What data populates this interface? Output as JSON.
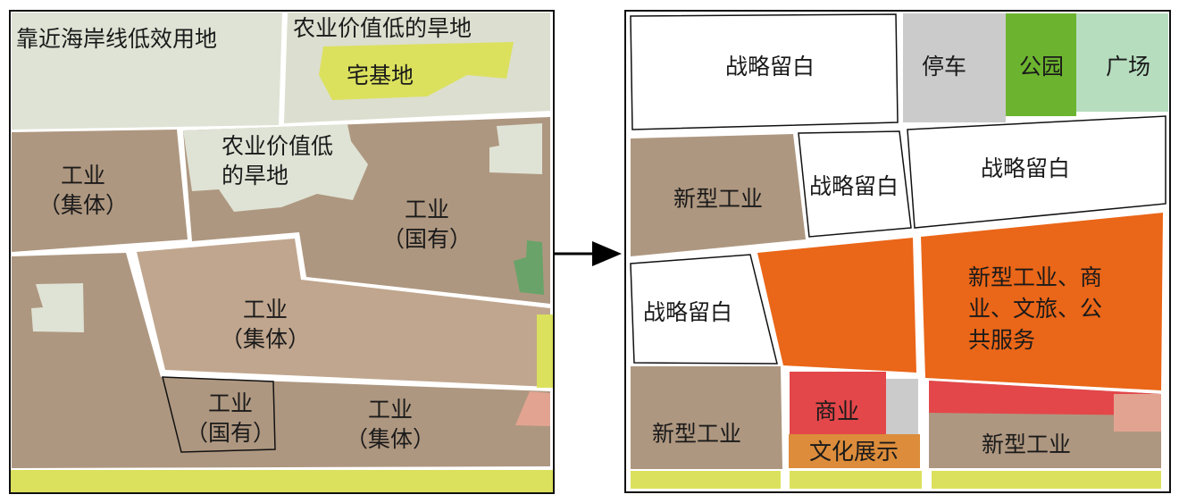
{
  "left_map": {
    "parcels": [
      {
        "name": "coastal-low-use",
        "label": "靠近海岸线低效用地",
        "color": "#dfe3d5"
      },
      {
        "name": "dryland-top",
        "label": "农业价值低的旱地",
        "color": "#dcdecf"
      },
      {
        "name": "homestead",
        "label": "宅基地",
        "color": "#dbe15d"
      },
      {
        "name": "collective-industry-1",
        "label_lines": [
          "工业",
          "（集体）"
        ],
        "color": "#ae9780"
      },
      {
        "name": "dryland-mid",
        "label_lines": [
          "农业价值低",
          "的旱地"
        ],
        "color": "#dfe3d5"
      },
      {
        "name": "state-industry-1",
        "label_lines": [
          "工业",
          "（国有）"
        ],
        "color": "#ae9780"
      },
      {
        "name": "collective-industry-2",
        "label_lines": [
          "工业",
          "（集体）"
        ],
        "color": "#c0a68e"
      },
      {
        "name": "state-industry-2",
        "label_lines": [
          "工业",
          "（国有）"
        ],
        "color": "#ae9780"
      },
      {
        "name": "collective-industry-3",
        "label_lines": [
          "工业",
          "（集体）"
        ],
        "color": "#ae9780"
      }
    ],
    "colors": {
      "frame": "#111111",
      "coast_strip": "#dbe15d",
      "green_patch": "#6aa36a",
      "pink_patch": "#e2a491",
      "light_patch": "#dfe3d5"
    }
  },
  "right_map": {
    "parcels": [
      {
        "name": "reserve-top-left",
        "label": "战略留白",
        "color": "#ffffff"
      },
      {
        "name": "parking",
        "label": "停车",
        "color": "#cbcbcb"
      },
      {
        "name": "park",
        "label": "公园",
        "color": "#6cb42f"
      },
      {
        "name": "plaza",
        "label": "广场",
        "color": "#b6ddbe"
      },
      {
        "name": "new-industry-1",
        "label": "新型工业",
        "color": "#ae9780"
      },
      {
        "name": "reserve-mid-small",
        "label": "战略留白",
        "color": "#ffffff"
      },
      {
        "name": "reserve-mid-right",
        "label": "战略留白",
        "color": "#ffffff"
      },
      {
        "name": "reserve-left",
        "label": "战略留白",
        "color": "#ffffff"
      },
      {
        "name": "mixed-use",
        "label_lines": [
          "新型工业、商",
          "业、文旅、公",
          "共服务"
        ],
        "color": "#ea6618"
      },
      {
        "name": "new-industry-2",
        "label": "新型工业",
        "color": "#ae9780"
      },
      {
        "name": "commerce",
        "label": "商业",
        "color": "#e3474a"
      },
      {
        "name": "culture-display",
        "label": "文化展示",
        "color": "#dc8c3a"
      },
      {
        "name": "new-industry-3",
        "label": "新型工业",
        "color": "#ae9780"
      }
    ],
    "colors": {
      "frame": "#111111",
      "coast_strip": "#dbe15d",
      "red_strip": "#e3474a",
      "pink_patch": "#e2a491",
      "grey_patch": "#cbcbcb"
    }
  },
  "arrow": {
    "color": "#000000",
    "icon": "right-arrow-icon"
  }
}
